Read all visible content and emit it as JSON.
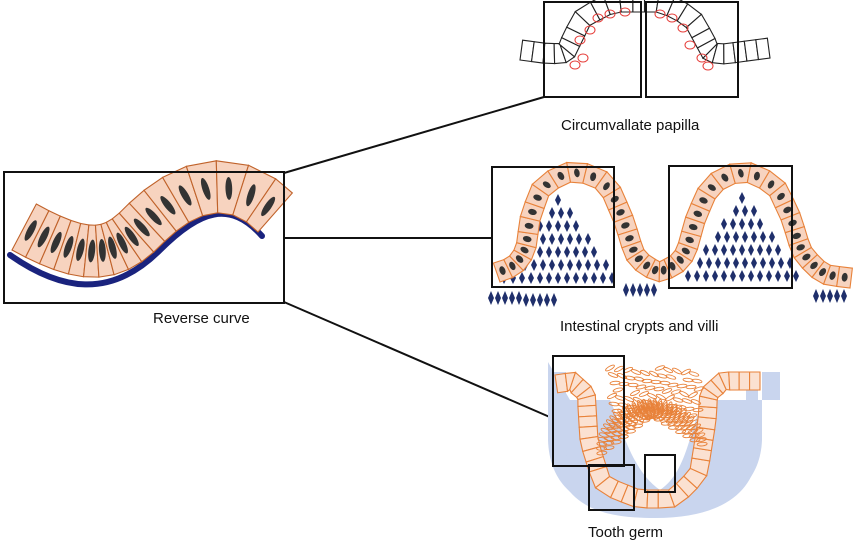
{
  "labels": {
    "reverse_curve": "Reverse curve",
    "circumvallate_papilla": "Circumvallate papilla",
    "intestinal": "Intestinal crypts and villi",
    "tooth_germ": "Tooth germ"
  },
  "colors": {
    "epithelium_fill": "#f7d3bf",
    "epithelium_stroke": "#e8823a",
    "nucleus": "#3f3f3f",
    "basement_membrane": "#1a237e",
    "mesenchyme": "#1f2f6b",
    "tooth_halo": "#c9d5ee",
    "papilla_stroke": "#222222",
    "papilla_cells": "#e53935",
    "frame": "#111111"
  }
}
